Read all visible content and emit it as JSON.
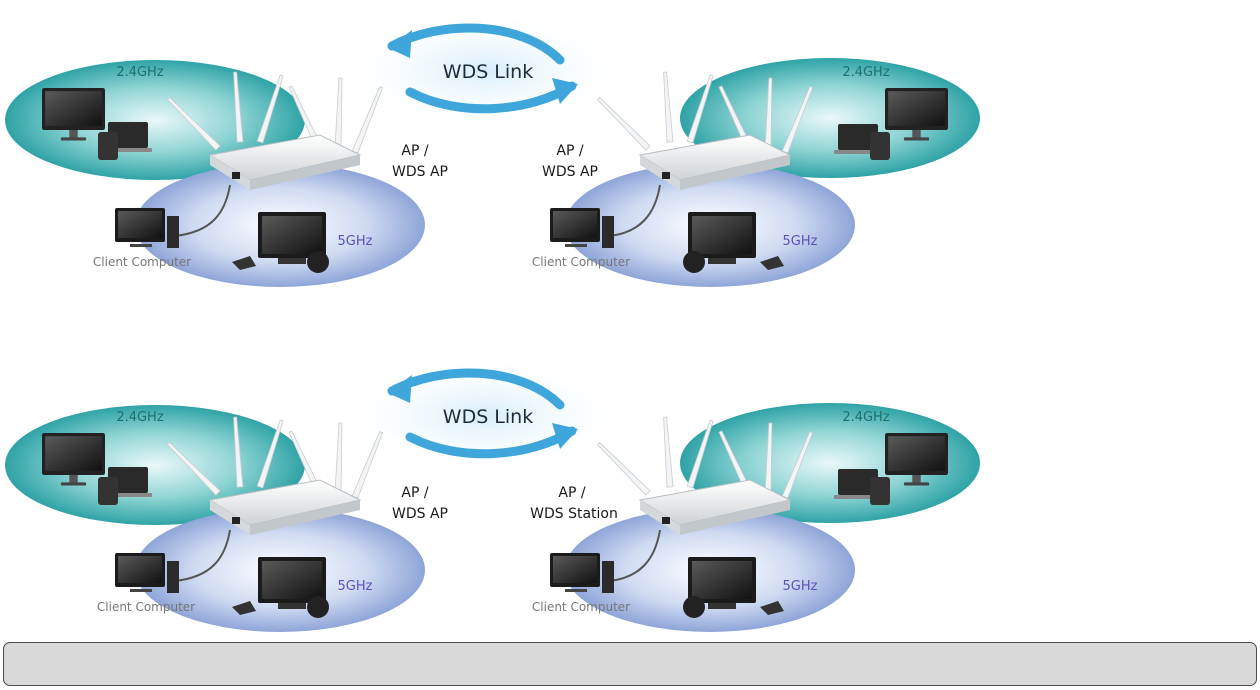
{
  "diagrams": [
    {
      "link_label": "WDS Link",
      "left": {
        "band_24": "2.4GHz",
        "band_5": "5GHz",
        "role_line1": "AP /",
        "role_line2": "WDS AP",
        "client_label": "Client Computer"
      },
      "right": {
        "band_24": "2.4GHz",
        "band_5": "5GHz",
        "role_line1": "AP /",
        "role_line2": "WDS AP",
        "client_label": "Client Computer"
      }
    },
    {
      "link_label": "WDS Link",
      "left": {
        "band_24": "2.4GHz",
        "band_5": "5GHz",
        "role_line1": "AP /",
        "role_line2": "WDS AP",
        "client_label": "Client Computer"
      },
      "right": {
        "band_24": "2.4GHz",
        "band_5": "5GHz",
        "role_line1": "AP /",
        "role_line2": "WDS Station",
        "client_label": "Client Computer"
      }
    }
  ],
  "colors": {
    "band_24_ring": "#3aaeb0",
    "band_5_ring": "#9fb4de",
    "arrow": "#3fa6dc",
    "band_24_text": "#1f6f70",
    "band_5_text": "#5a52b8"
  },
  "note_text": ""
}
